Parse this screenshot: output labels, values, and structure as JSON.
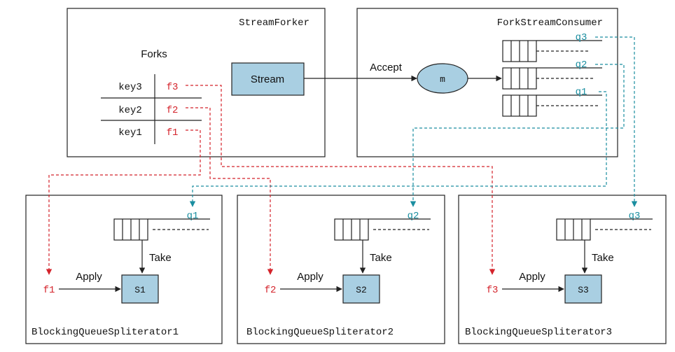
{
  "stream_forker": {
    "title": "StreamForker",
    "forks_label": "Forks",
    "forks": [
      {
        "key": "key3",
        "func": "f3"
      },
      {
        "key": "key2",
        "func": "f2"
      },
      {
        "key": "key1",
        "func": "f1"
      }
    ],
    "stream_label": "Stream"
  },
  "consumer": {
    "title": "ForkStreamConsumer",
    "accept_label": "Accept",
    "map_label": "m",
    "queues": [
      "q3",
      "q2",
      "q1"
    ]
  },
  "spliterators": [
    {
      "title": "BlockingQueueSpliterator1",
      "queue": "q1",
      "take_label": "Take",
      "apply_label": "Apply",
      "func": "f1",
      "stream": "S1"
    },
    {
      "title": "BlockingQueueSpliterator2",
      "queue": "q2",
      "take_label": "Take",
      "apply_label": "Apply",
      "func": "f2",
      "stream": "S2"
    },
    {
      "title": "BlockingQueueSpliterator3",
      "queue": "q3",
      "take_label": "Take",
      "apply_label": "Apply",
      "func": "f3",
      "stream": "S3"
    }
  ],
  "colors": {
    "fork_function": "#d4232b",
    "queue": "#1a8ea0",
    "component_fill": "#a9cfe2"
  }
}
